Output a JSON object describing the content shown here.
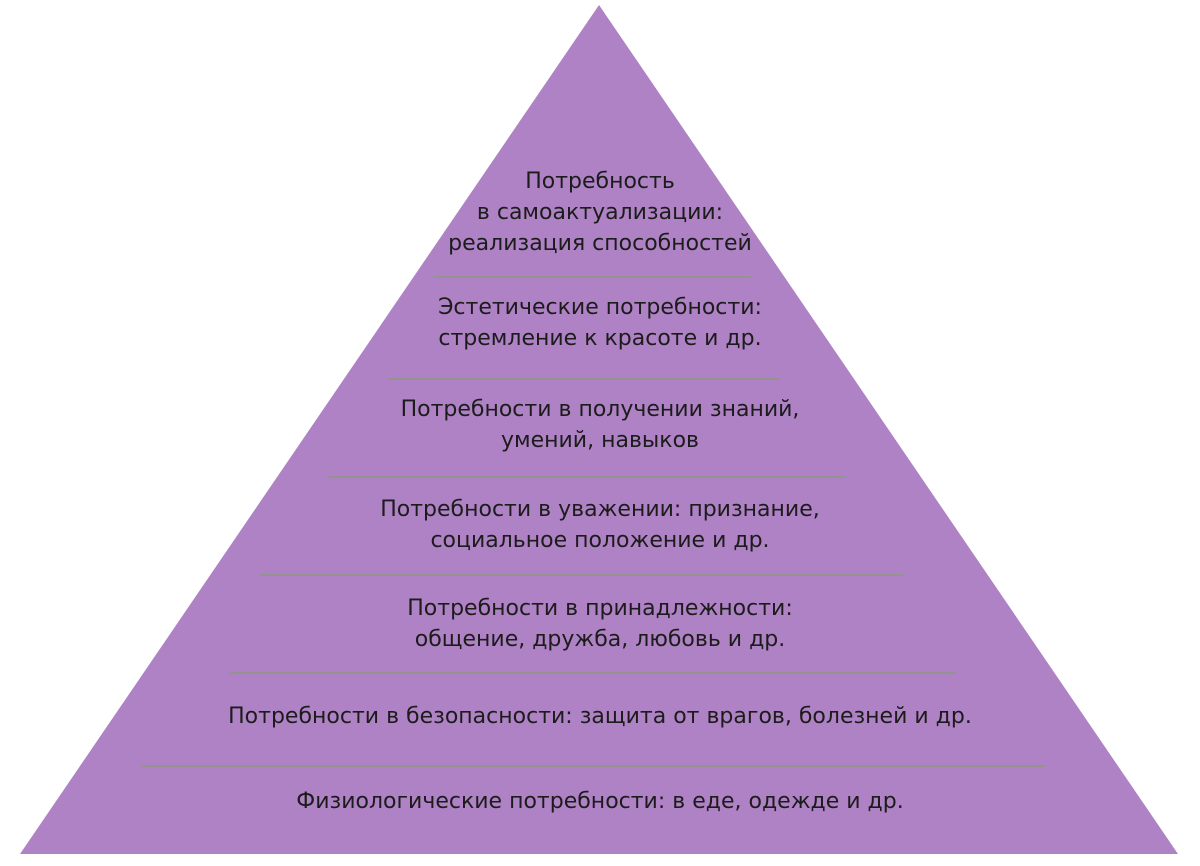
{
  "colors": {
    "pyramid_fill": "#ae82c4",
    "divider": "#8a9a7e",
    "text": "#1c1c1c",
    "background": "#ffffff"
  },
  "pyramid": {
    "levels": [
      {
        "lines": [
          "Потребность",
          "в самоактуализации:",
          "реализация способностей"
        ]
      },
      {
        "lines": [
          "Эстетические потребности:",
          "стремление к красоте и др."
        ]
      },
      {
        "lines": [
          "Потребности в получении знаний,",
          "умений, навыков"
        ]
      },
      {
        "lines": [
          "Потребности в уважении: признание,",
          "социальное положение и др."
        ]
      },
      {
        "lines": [
          "Потребности в принадлежности:",
          "общение, дружба, любовь и др."
        ]
      },
      {
        "lines": [
          "Потребности в безопасности: защита от врагов, болезней и др."
        ]
      },
      {
        "lines": [
          "Физиологические потребности: в еде, одежде и др."
        ]
      }
    ]
  }
}
